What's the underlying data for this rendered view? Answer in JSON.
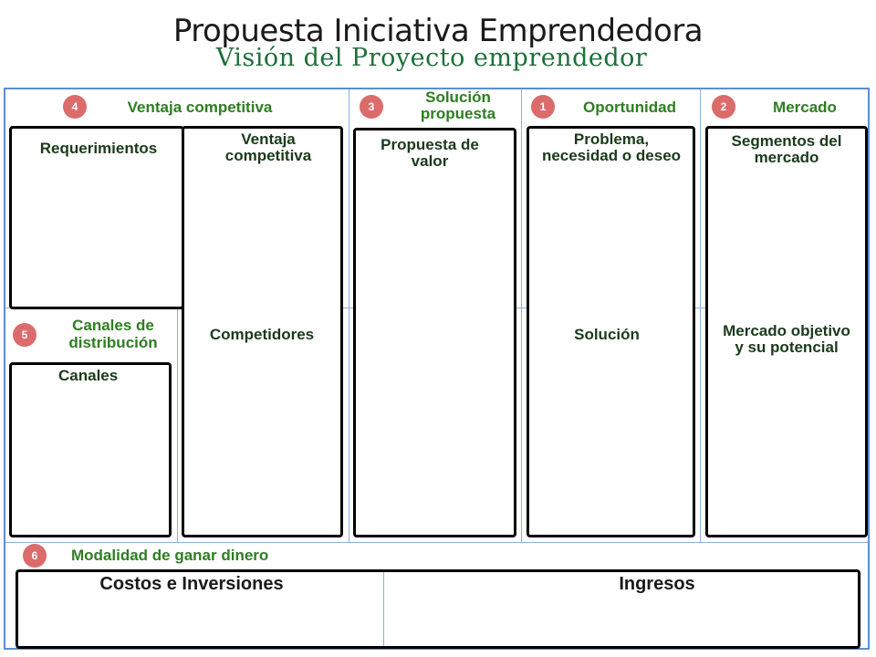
{
  "header": {
    "title": "Propuesta Iniciativa Emprendedora",
    "subtitle": "Visión del Proyecto emprendedor"
  },
  "colors": {
    "title": "#1a1a1a",
    "subtitle": "#1e6f3a",
    "section_heading": "#2e7d22",
    "badge": "#dc6b6b",
    "frame": "#5b8fd0"
  },
  "sections": {
    "ventaja": {
      "number": "4",
      "label": "Ventaja competitiva"
    },
    "solucion": {
      "number": "3",
      "label": "Solución\npropuesta"
    },
    "oportunidad": {
      "number": "1",
      "label": "Oportunidad"
    },
    "mercado": {
      "number": "2",
      "label": "Mercado"
    },
    "canales": {
      "number": "5",
      "label": "Canales de\ndistribución"
    },
    "modalidad": {
      "number": "6",
      "label": "Modalidad de ganar dinero"
    }
  },
  "boxes": {
    "requerimientos": "Requerimientos",
    "ventaja_competitiva": "Ventaja\ncompetitiva",
    "competidores": "Competidores",
    "canales": "Canales",
    "propuesta_valor": "Propuesta de\nvalor",
    "problema": "Problema,\nnecesidad o deseo",
    "solucion": "Solución",
    "segmentos": "Segmentos del\nmercado",
    "mercado_objetivo": "Mercado objetivo\ny su potencial",
    "costos": "Costos e Inversiones",
    "ingresos": "Ingresos"
  }
}
